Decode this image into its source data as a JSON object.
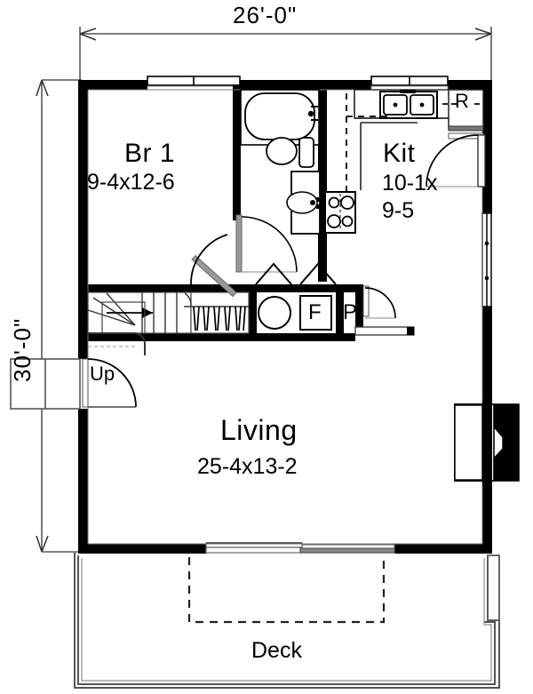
{
  "plan": {
    "overall_width_label": "26'-0\"",
    "overall_depth_label": "30'-0\"",
    "rooms": [
      {
        "key": "bedroom1",
        "name": "Br 1",
        "dimensions": "9-4x12-6"
      },
      {
        "key": "kitchen",
        "name": "Kit",
        "dimensions_line1": "10-1x",
        "dimensions_line2": "9-5"
      },
      {
        "key": "living",
        "name": "Living",
        "dimensions": "25-4x13-2"
      },
      {
        "key": "deck",
        "name": "Deck"
      }
    ],
    "annotations": {
      "refrigerator": "R",
      "furnace": "F",
      "pantry": "P",
      "stair_direction": "Up"
    },
    "fixtures": [
      "bathtub",
      "toilet",
      "vanity-sink",
      "kitchen-double-sink",
      "range-cooktop",
      "refrigerator",
      "washer",
      "furnace",
      "pantry",
      "fireplace",
      "stairs",
      "closet-rod"
    ],
    "colors": {
      "wall": "#000000",
      "line": "#000000",
      "thin_line": "#555555",
      "background": "#ffffff"
    }
  }
}
